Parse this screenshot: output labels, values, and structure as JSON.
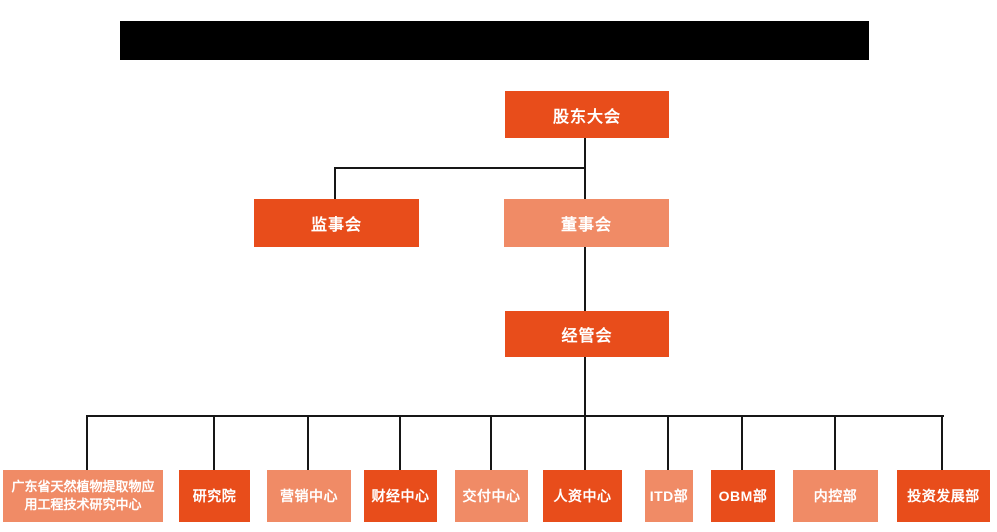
{
  "page": {
    "background": "#ffffff",
    "title_bar": {
      "style": "redacted-black-bar",
      "note": "solid black rectangle, no legible text"
    }
  },
  "colors": {
    "primary_orange": "#E84D1B",
    "secondary_salmon": "#F08B66",
    "connector": "#161616",
    "node_text": "#FFFFFF",
    "redaction": "#000000"
  },
  "org_chart": {
    "type": "org-tree",
    "root": {
      "label": "股东大会",
      "variant": "primary"
    },
    "level2": [
      {
        "label": "监事会",
        "variant": "primary"
      },
      {
        "label": "董事会",
        "variant": "secondary"
      }
    ],
    "level3": {
      "label": "经管会",
      "variant": "primary"
    },
    "departments": [
      {
        "label": "广东省天然植物提取物应用工程技术研究中心",
        "variant": "secondary"
      },
      {
        "label": "研究院",
        "variant": "primary"
      },
      {
        "label": "营销中心",
        "variant": "secondary"
      },
      {
        "label": "财经中心",
        "variant": "primary"
      },
      {
        "label": "交付中心",
        "variant": "secondary"
      },
      {
        "label": "人资中心",
        "variant": "primary"
      },
      {
        "label": "ITD部",
        "variant": "secondary"
      },
      {
        "label": "OBM部",
        "variant": "primary"
      },
      {
        "label": "内控部",
        "variant": "secondary"
      },
      {
        "label": "投资发展部",
        "variant": "primary"
      }
    ]
  }
}
